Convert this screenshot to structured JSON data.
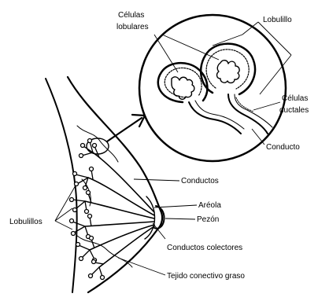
{
  "diagram": {
    "labels": {
      "celulas_lobulares_line1": "Células",
      "celulas_lobulares_line2": "lobulares",
      "lobulillo": "Lobulillo",
      "celulas_ductales_line1": "Células",
      "celulas_ductales_line2": "ductales",
      "conducto": "Conducto",
      "conductos": "Conductos",
      "areola": "Aréola",
      "pezon": "Pezón",
      "conductos_colectores": "Conductos colectores",
      "tejido_conectivo_graso": "Tejido conectivo graso",
      "lobulillos": "Lobulillos"
    }
  }
}
